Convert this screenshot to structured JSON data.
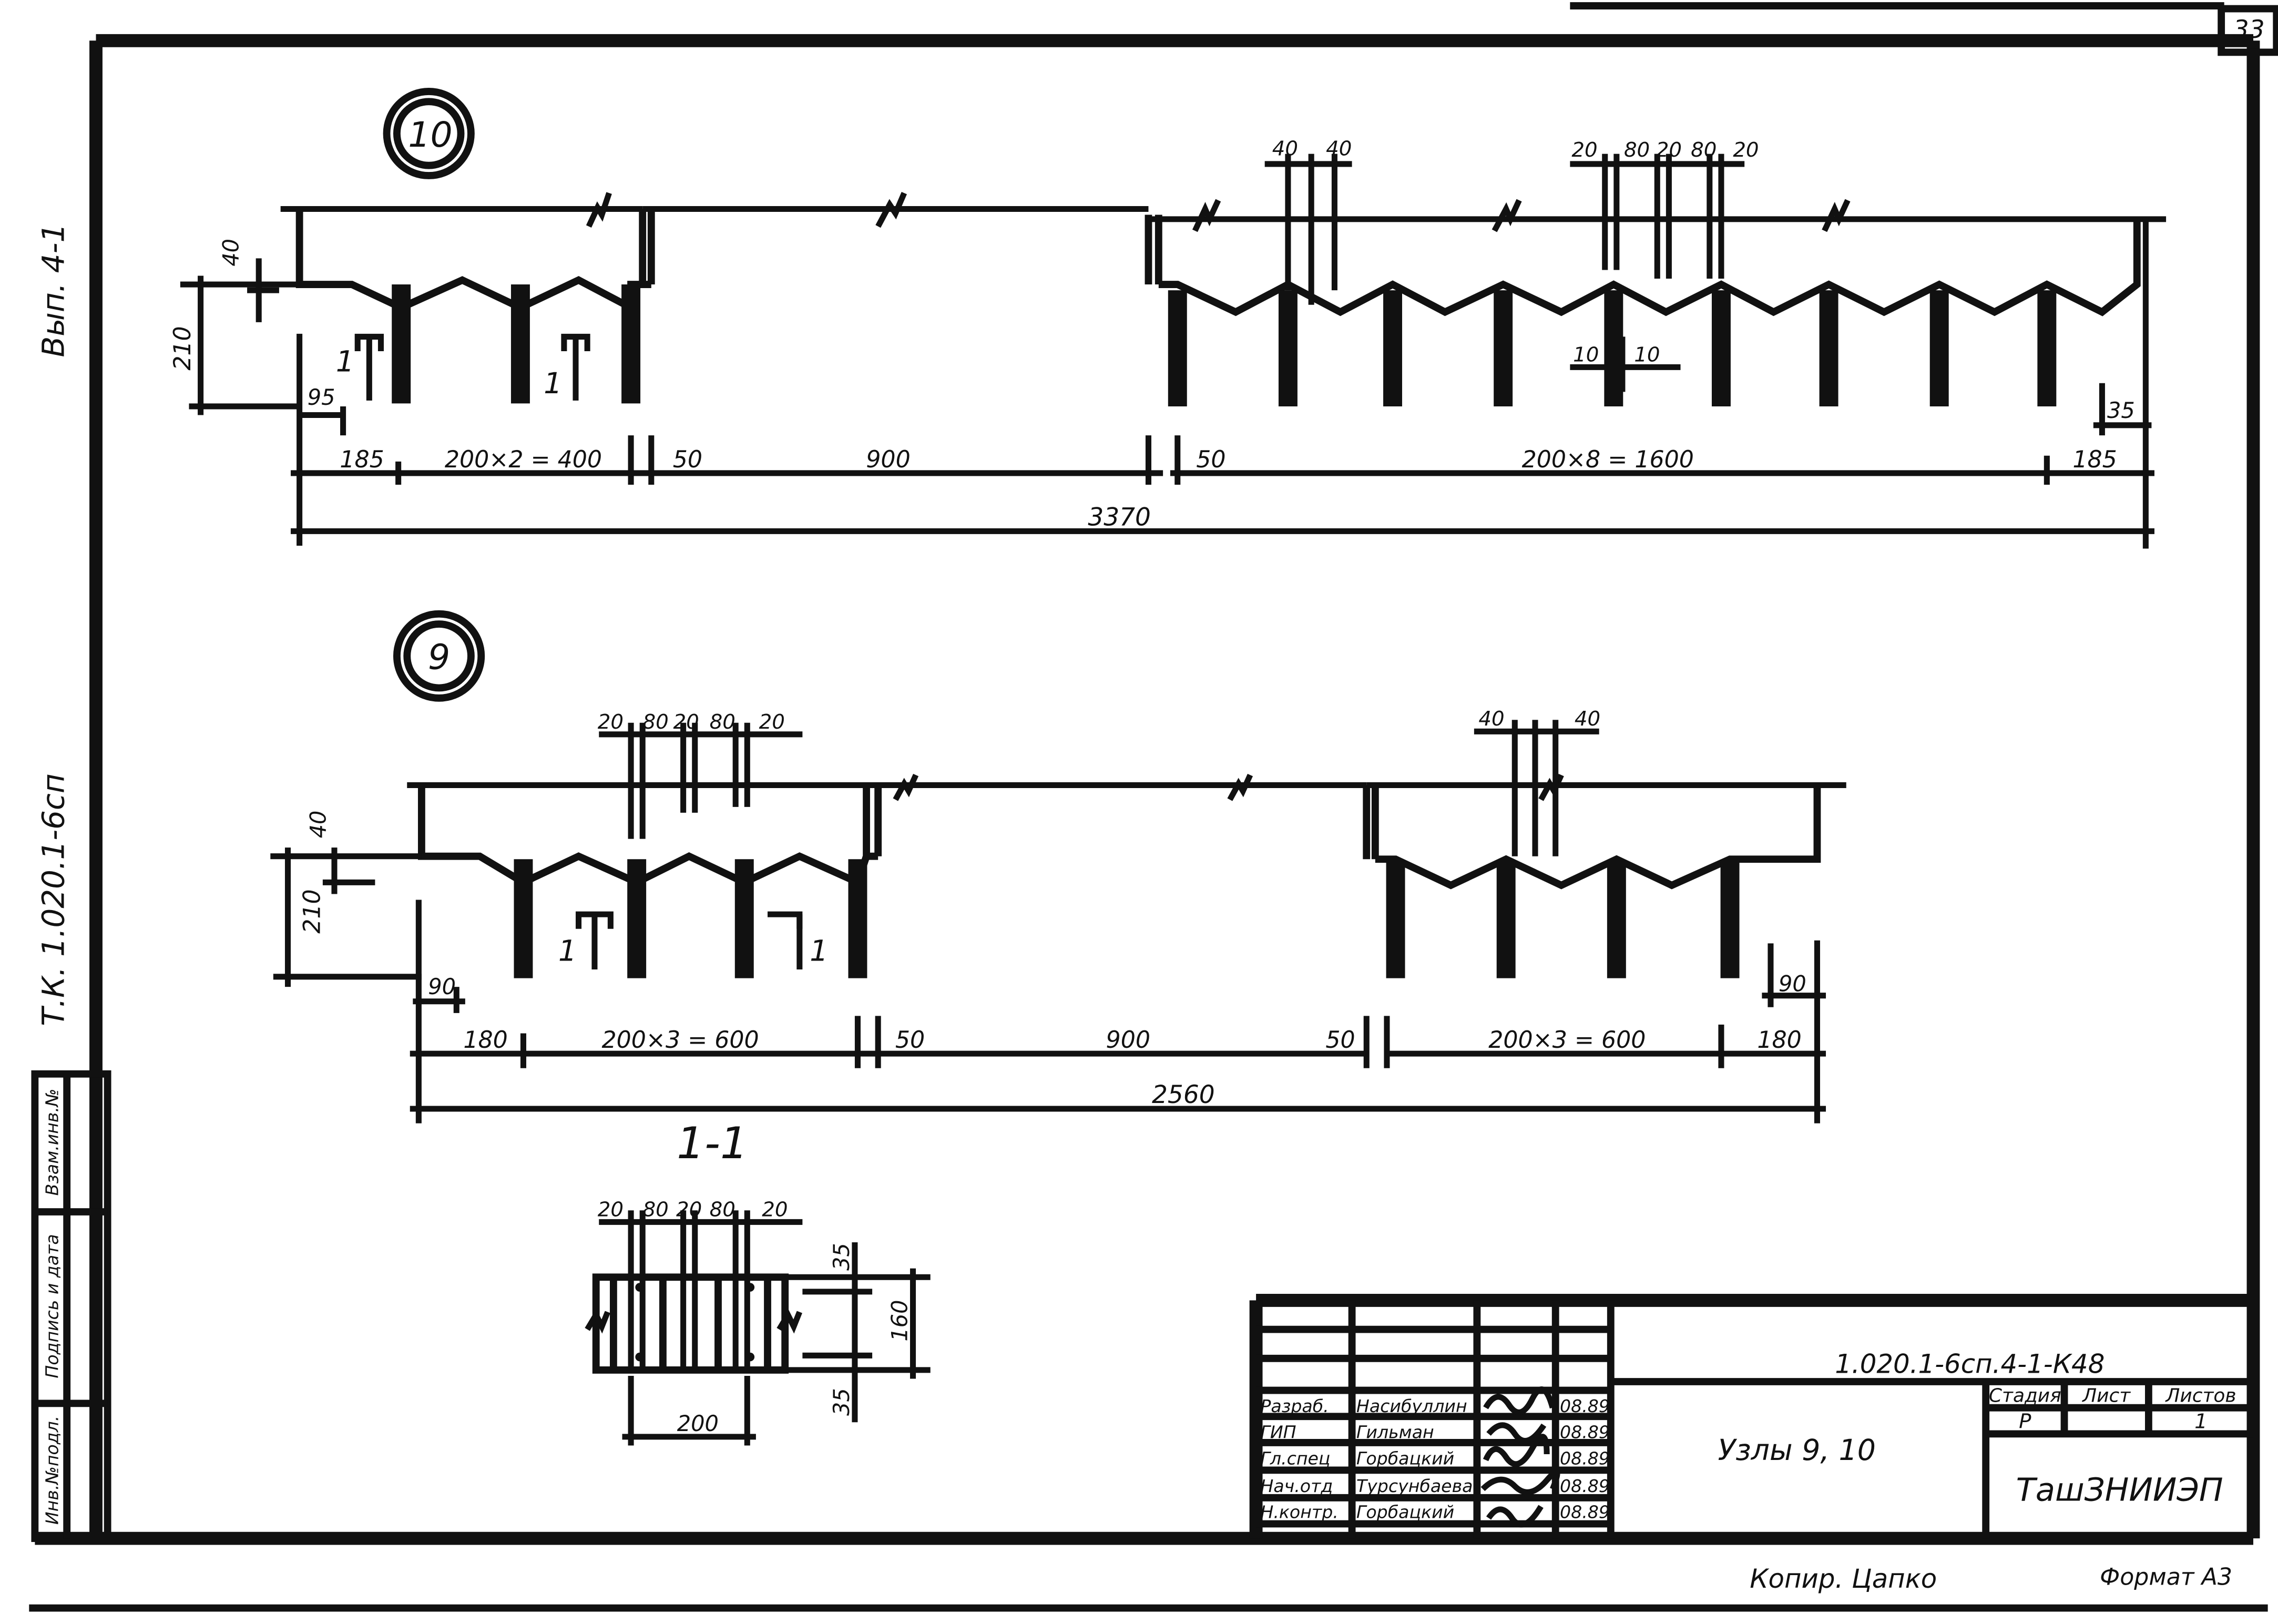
{
  "page_number": "33",
  "side_labels": {
    "series_label": "Вып. 4-1",
    "doc_code": "Т.К. 1.020.1-6сп"
  },
  "binding_strip": [
    "Инв.№подл.",
    "Подпись и дата",
    "Взам.инв.№"
  ],
  "node10": {
    "callout": "10",
    "dims": {
      "h40": "40",
      "h210": "210",
      "d95": "95",
      "d185": "185",
      "d200x2": "200×2 = 400",
      "d50a": "50",
      "d900": "900",
      "d50b": "50",
      "d200x8": "200×8 = 1600",
      "d35": "35",
      "d185r": "185",
      "total": "3370",
      "top40a": "40",
      "top40b": "40",
      "d10a": "10",
      "d10b": "10",
      "t20a": "20",
      "t80a": "80",
      "t20b": "20",
      "t80b": "80",
      "t20c": "20"
    },
    "section_marks": [
      "1",
      "1"
    ]
  },
  "node9": {
    "callout": "9",
    "dims": {
      "h40": "40",
      "h210": "210",
      "d90": "90",
      "d180": "180",
      "d200x3a": "200×3 = 600",
      "d50a": "50",
      "d900": "900",
      "d50b": "50",
      "d200x3b": "200×3 = 600",
      "d90r": "90",
      "d180r": "180",
      "total": "2560",
      "t20a": "20",
      "t80a": "80",
      "t20b": "20",
      "t80b": "80",
      "t20c": "20",
      "top40a": "40",
      "top40b": "40"
    },
    "section_marks": [
      "1",
      "1"
    ]
  },
  "section": {
    "title": "1-1",
    "dims": {
      "t20a": "20",
      "t80a": "80",
      "t20b": "20",
      "t80b": "80",
      "t20c": "20",
      "d35a": "35",
      "d160": "160",
      "d35b": "35",
      "d200": "200"
    }
  },
  "title_block": {
    "designation": "1.020.1-6сп.4-1-К48",
    "sheet_name": "Узлы 9, 10",
    "stage_header": "Стадия",
    "sheet_header": "Лист",
    "sheets_header": "Листов",
    "stage": "Р",
    "sheet_count": "1",
    "organization": "ТашЗНИИЭП",
    "signatures": [
      {
        "role": "Разраб.",
        "name": "Насибуллин",
        "date": "08.89"
      },
      {
        "role": "ГИП",
        "name": "Гильман",
        "date": "08.89"
      },
      {
        "role": "Гл.спец",
        "name": "Горбацкий",
        "date": "08.89"
      },
      {
        "role": "Нач.отд",
        "name": "Турсунбаева",
        "date": "08.89"
      },
      {
        "role": "Н.контр.",
        "name": "Горбацкий",
        "date": "08.89"
      }
    ]
  },
  "footer": {
    "copied_by": "Копир. Цапко",
    "format": "Формат А3"
  }
}
